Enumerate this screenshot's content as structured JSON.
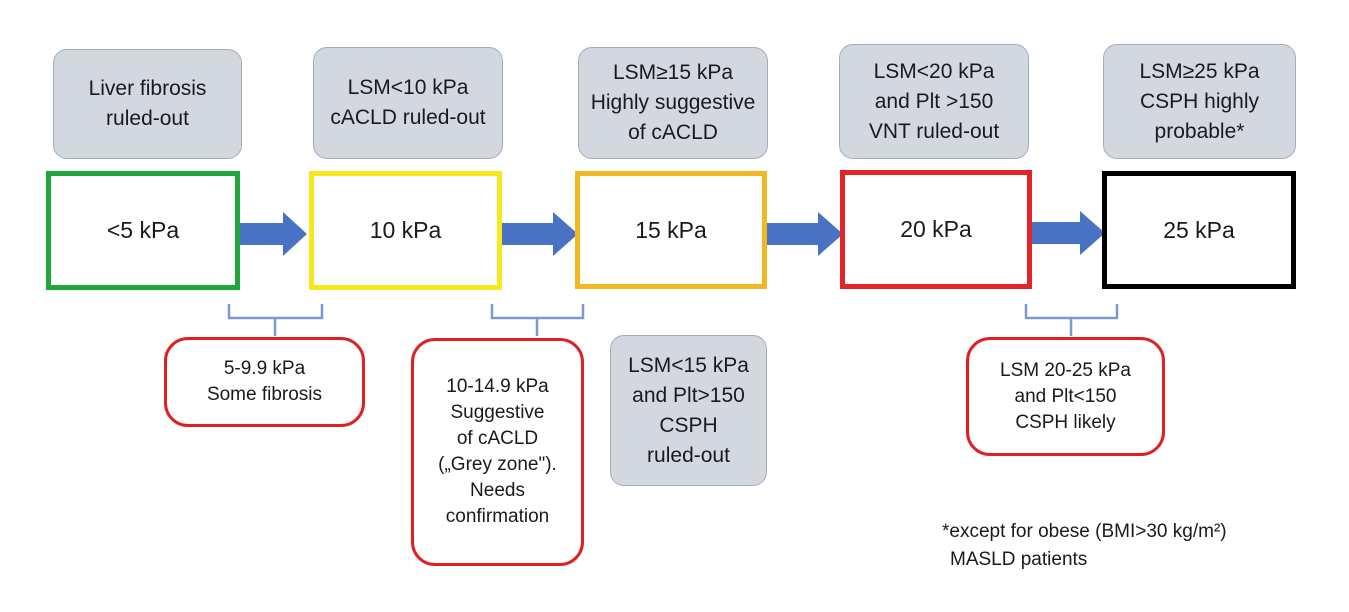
{
  "grey_boxes": [
    {
      "lines": [
        "Liver fibrosis",
        "ruled-out"
      ]
    },
    {
      "lines": [
        "LSM<10 kPa",
        "cACLD ruled-out"
      ]
    },
    {
      "lines": [
        "LSM≥15 kPa",
        "Highly suggestive",
        "of cACLD"
      ]
    },
    {
      "lines": [
        "LSM<20 kPa",
        "and Plt >150",
        "VNT ruled-out"
      ]
    },
    {
      "lines": [
        "LSM≥25 kPa",
        "CSPH highly",
        "probable*"
      ]
    },
    {
      "lines": [
        "LSM<15 kPa",
        "and Plt>150",
        "CSPH",
        "ruled-out"
      ]
    }
  ],
  "thresholds": [
    {
      "label": "<5 kPa",
      "color": "#22a53a"
    },
    {
      "label": "10 kPa",
      "color": "#f6e81c"
    },
    {
      "label": "15 kPa",
      "color": "#f2b822"
    },
    {
      "label": "20 kPa",
      "color": "#e02427"
    },
    {
      "label": "25 kPa",
      "color": "#000000"
    }
  ],
  "red_boxes": [
    {
      "lines": [
        "5-9.9 kPa",
        "Some fibrosis"
      ]
    },
    {
      "lines": [
        "10-14.9 kPa",
        "Suggestive",
        "of cACLD",
        "(„Grey zone\").",
        "Needs",
        "confirmation"
      ]
    },
    {
      "lines": [
        "LSM 20-25 kPa",
        "and Plt<150",
        "CSPH likely"
      ]
    }
  ],
  "footnote": {
    "lines": [
      "*except for obese (BMI>30 kg/m²)",
      "MASLD patients"
    ]
  },
  "colors": {
    "arrow": "#4a72c4",
    "bracket": "#7a9ad0",
    "grey_fill": "#d3d8e0",
    "red_border": "#e02020"
  }
}
